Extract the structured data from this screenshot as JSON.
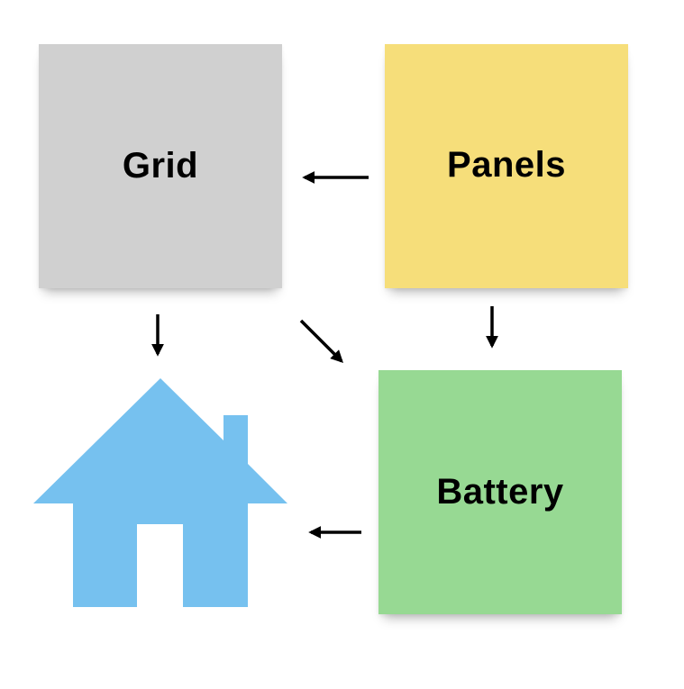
{
  "diagram": {
    "nodes": [
      {
        "id": "grid",
        "label": "Grid",
        "color": "#d0d0d0"
      },
      {
        "id": "panels",
        "label": "Panels",
        "color": "#f6de7a"
      },
      {
        "id": "battery",
        "label": "Battery",
        "color": "#97d993"
      },
      {
        "id": "home",
        "label": "",
        "icon": "house-icon",
        "color": "#76c1ef"
      }
    ],
    "edges": [
      {
        "from": "panels",
        "to": "grid"
      },
      {
        "from": "panels",
        "to": "battery"
      },
      {
        "from": "grid",
        "to": "home"
      },
      {
        "from": "grid",
        "to": "battery"
      },
      {
        "from": "battery",
        "to": "home"
      }
    ],
    "arrow_color": "#000000"
  }
}
